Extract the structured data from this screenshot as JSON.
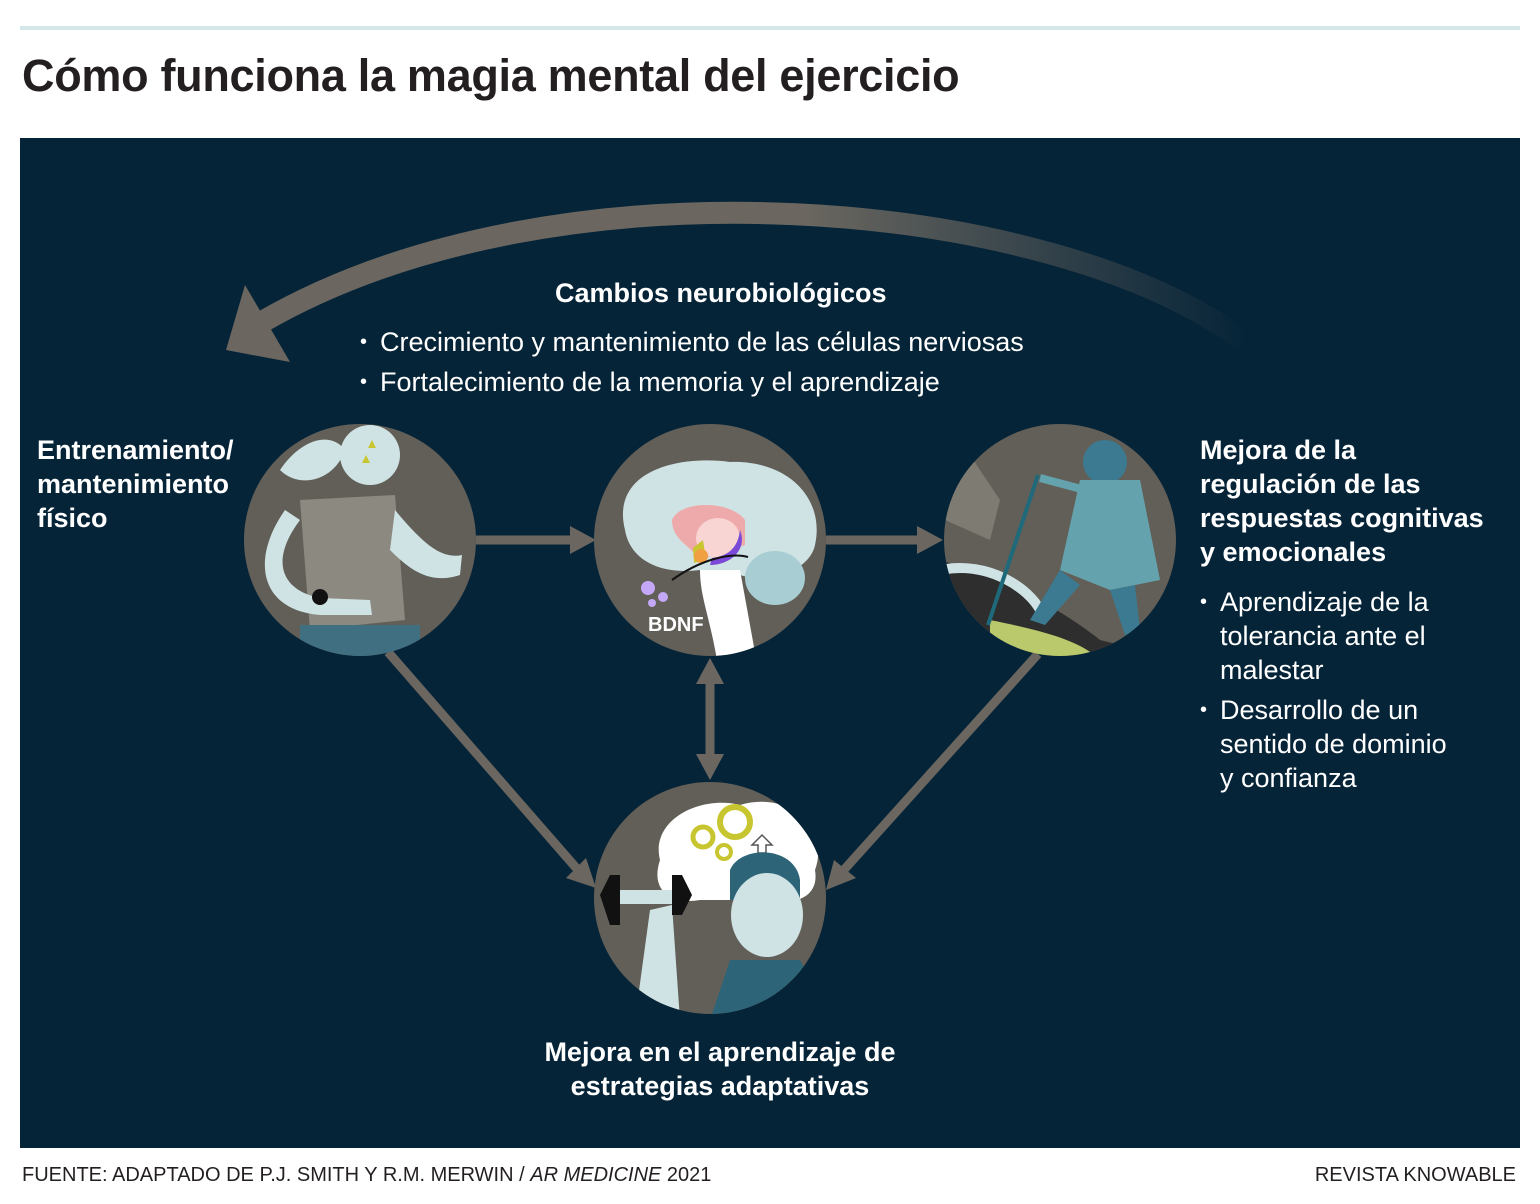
{
  "title": "Cómo funciona la magia mental del ejercicio",
  "top": {
    "heading": "Cambios neurobiológicos",
    "bullets": [
      "Crecimiento y mantenimiento de las células nerviosas",
      "Fortalecimiento de la memoria y el aprendizaje"
    ]
  },
  "left": {
    "lines": [
      "Entrenamiento/",
      "mantenimiento",
      "físico"
    ]
  },
  "right": {
    "heading_lines": [
      "Mejora de la",
      "regulación de las",
      "respuestas cognitivas",
      "y emocionales"
    ],
    "bullets": [
      [
        "Aprendizaje de la",
        "tolerancia ante el",
        "malestar"
      ],
      [
        "Desarrollo de un",
        "sentido de dominio",
        "y confianza"
      ]
    ]
  },
  "brain_label": "BDNF",
  "bottom": {
    "lines": [
      "Mejora en el aprendizaje de",
      "estrategias adaptativas"
    ]
  },
  "footer": {
    "source_prefix": "FUENTE: ADAPTADO DE P.J. SMITH Y R.M. MERWIN / ",
    "source_journal": "AR MEDICINE",
    "source_year": " 2021",
    "credit": "REVISTA KNOWABLE"
  },
  "colors": {
    "background": "#062438",
    "circle": "#625f58",
    "arrow": "#6b6760",
    "figure": "#cfe3e5"
  }
}
